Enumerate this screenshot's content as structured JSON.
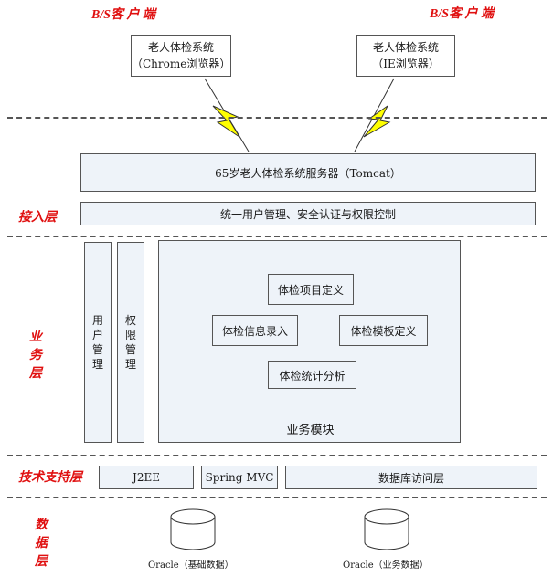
{
  "client": {
    "left_label": "B/S客 户 端",
    "right_label": "B/S客 户 端",
    "chrome": {
      "line1": "老人体检系统",
      "line2": "（Chrome浏览器）"
    },
    "ie": {
      "line1": "老人体检系统",
      "line2": "（IE浏览器）"
    }
  },
  "server": {
    "label": "65岁老人体检系统服务器（Tomcat）"
  },
  "access": {
    "layer_label": "接入层",
    "label": "统一用户管理、安全认证与权限控制"
  },
  "business": {
    "layer_label": "业务层",
    "user_mgmt": "用户管理",
    "perm_mgmt": "权限管理",
    "module_title": "业务模块",
    "items": {
      "project_def": "体检项目定义",
      "info_entry": "体检信息录入",
      "template_def": "体检模板定义",
      "stats": "体检统计分析"
    }
  },
  "tech": {
    "layer_label": "技术支持层",
    "j2ee": "J2EE",
    "springmvc": "Spring MVC",
    "db_access": "数据库访问层"
  },
  "data": {
    "layer_label": "数据层",
    "db1": "Oracle（基础数据）",
    "db2": "Oracle（业务数据）"
  },
  "colors": {
    "label_red": "#e01010",
    "box_fill": "#eef3f9",
    "bolt": "#ffff00"
  }
}
